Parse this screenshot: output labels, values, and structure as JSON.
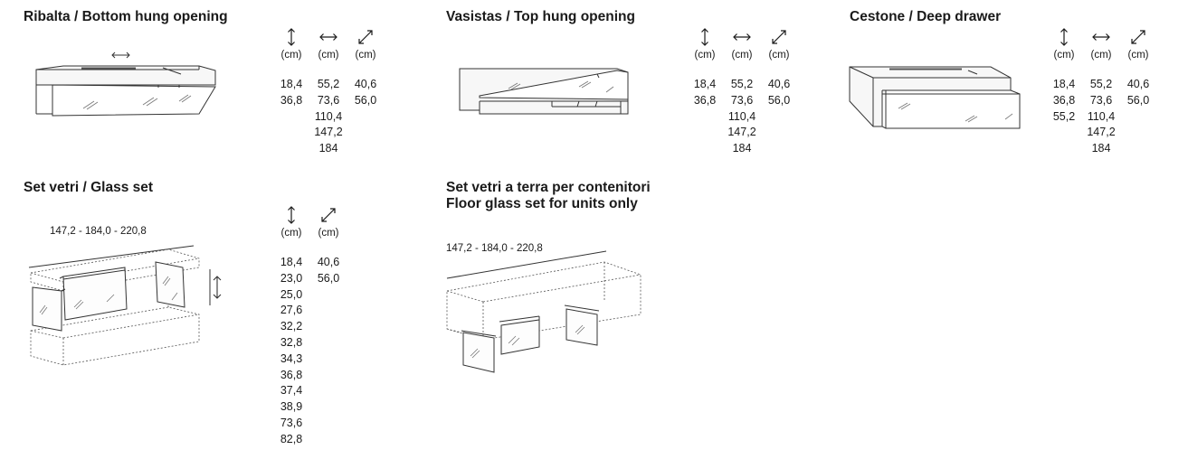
{
  "sections": {
    "ribalta": {
      "title": "Ribalta / Bottom hung opening",
      "units": [
        "(cm)",
        "(cm)",
        "(cm)"
      ],
      "heights": [
        "18,4",
        "36,8"
      ],
      "widths": [
        "55,2",
        "73,6",
        "110,4",
        "147,2",
        "184"
      ],
      "depths": [
        "40,6",
        "56,0"
      ]
    },
    "vasistas": {
      "title": "Vasistas / Top hung opening",
      "units": [
        "(cm)",
        "(cm)",
        "(cm)"
      ],
      "heights": [
        "18,4",
        "36,8"
      ],
      "widths": [
        "55,2",
        "73,6",
        "110,4",
        "147,2",
        "184"
      ],
      "depths": [
        "40,6",
        "56,0"
      ]
    },
    "cestone": {
      "title": "Cestone / Deep drawer",
      "units": [
        "(cm)",
        "(cm)",
        "(cm)"
      ],
      "heights": [
        "18,4",
        "36,8",
        "55,2"
      ],
      "widths": [
        "55,2",
        "73,6",
        "110,4",
        "147,2",
        "184"
      ],
      "depths": [
        "40,6",
        "56,0"
      ]
    },
    "glass_set": {
      "title": "Set vetri / Glass set",
      "dimension_label": "147,2 - 184,0 - 220,8",
      "units": [
        "(cm)",
        "(cm)"
      ],
      "heights": [
        "18,4",
        "23,0",
        "25,0",
        "27,6",
        "32,2",
        "32,8",
        "34,3",
        "36,8",
        "37,4",
        "38,9",
        "73,6",
        "82,8"
      ],
      "depths": [
        "40,6",
        "56,0"
      ]
    },
    "floor_glass_set": {
      "title_line1": "Set vetri a terra per contenitori",
      "title_line2": "Floor glass set for units only",
      "dimension_label": "147,2 - 184,0 - 220,8"
    }
  },
  "icons": {
    "height": "vertical-double-arrow-icon",
    "width": "horizontal-double-arrow-icon",
    "depth": "diagonal-double-arrow-icon"
  }
}
